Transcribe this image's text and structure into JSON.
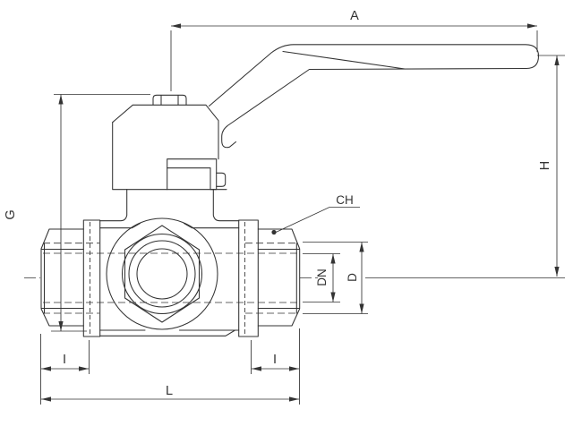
{
  "diagram": {
    "type": "technical-drawing",
    "colors": {
      "line": "#333333",
      "background": "#ffffff"
    },
    "labels": {
      "handle_span": "A",
      "handle_height": "H",
      "body_height": "G",
      "wrench_flats": "CH",
      "nominal_bore": "DN",
      "port_diameter": "D",
      "pipe_engagement_left": "I",
      "pipe_engagement_right": "I",
      "overall_length": "L"
    }
  }
}
